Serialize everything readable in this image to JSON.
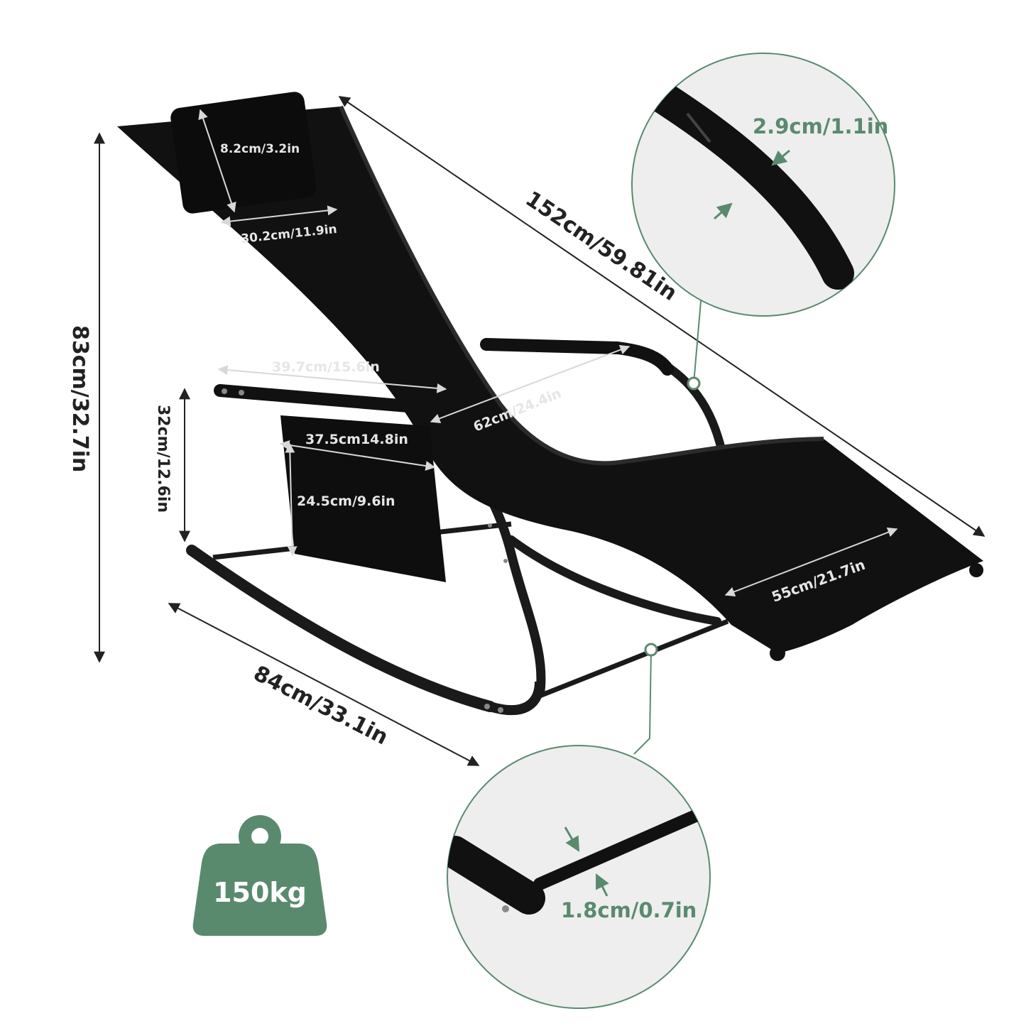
{
  "product": {
    "overall_length": "152cm/59.81in",
    "total_height": "83cm/32.7in",
    "base_depth": "84cm/33.1in",
    "armrest_height": "32cm/12.6in",
    "headrest_height": "8.2cm/3.2in",
    "headrest_width": "30.2cm/11.9in",
    "seat_width": "39.7cm/15.6in",
    "armrest_length": "62cm/24.4in",
    "pocket_width": "37.5cm14.8in",
    "pocket_height": "24.5cm/9.6in",
    "footrest_width": "55cm/21.7in"
  },
  "details": {
    "frame_tube_diameter": "2.9cm/1.1in",
    "base_bar_diameter": "1.8cm/0.7in"
  },
  "capacity": {
    "max_load": "150kg"
  },
  "colors": {
    "accent": "#5a8a6e",
    "circle_bg": "#eeeeee",
    "frame": "#1a1a1a",
    "fabric": "#111111"
  },
  "icons": [
    "weight-icon",
    "rocking-chair-image",
    "tube-detail-image",
    "bar-detail-image"
  ]
}
